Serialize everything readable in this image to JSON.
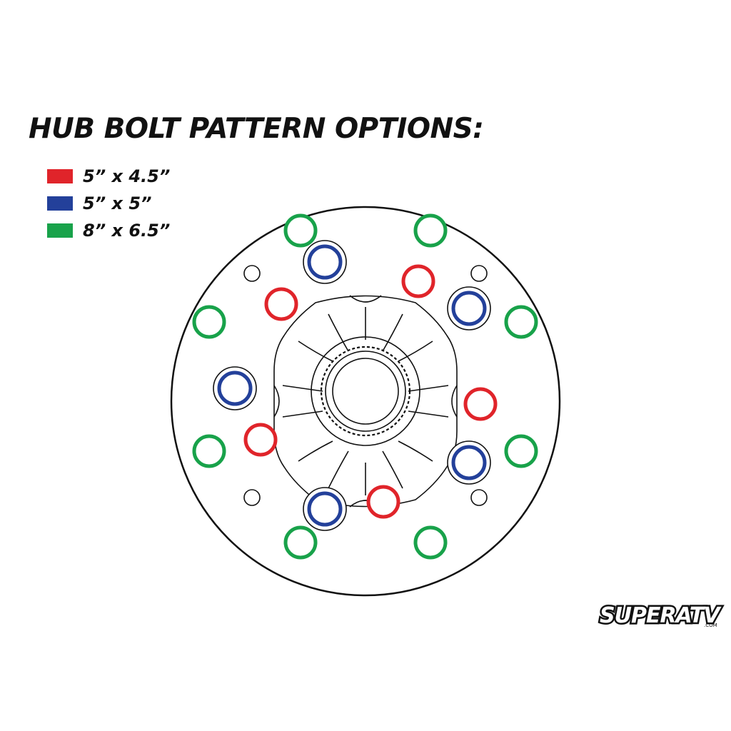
{
  "title": "HUB BOLT PATTERN OPTIONS:",
  "legend": [
    {
      "label": "5” x 4.5”",
      "color": "#e0242a",
      "pattern": "red"
    },
    {
      "label": "5” x 5”",
      "color": "#23409a",
      "pattern": "blue"
    },
    {
      "label": "8” x 6.5”",
      "color": "#18a24a",
      "pattern": "green"
    }
  ],
  "logo": {
    "text": "SUPERATV",
    "suffix": ".COM"
  },
  "colors": {
    "outline": "#111111",
    "background": "#ffffff"
  }
}
